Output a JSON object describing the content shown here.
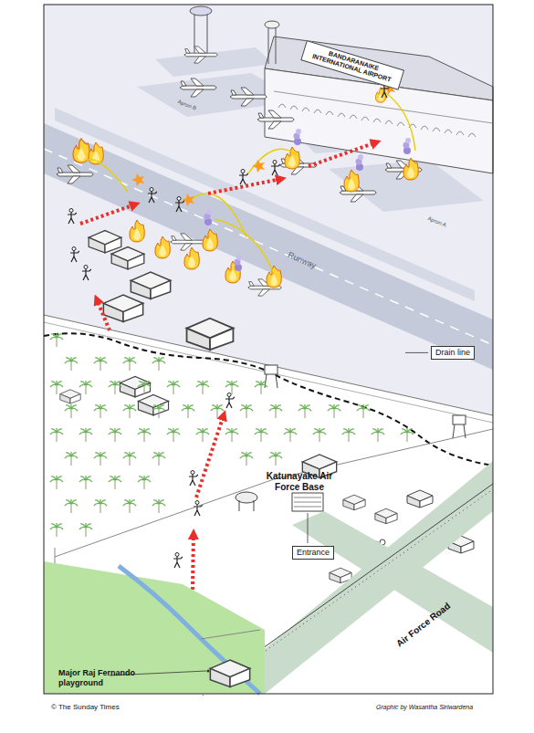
{
  "diagram": {
    "nodes": [
      {
        "text": [
          "BANDARANAIKE INTERNATIONAL AIRPORT"
        ]
      },
      {
        "text": [
          "Drain line"
        ]
      },
      {
        "text": [
          "Entrance"
        ]
      }
    ],
    "labels": [
      "Apron B",
      "Apron A",
      "Runway",
      "Katunayake Air Force Base",
      "Air Force Road",
      "Major Raj Fernando playground",
      "© The Sunday Times",
      "Graphic by Wasantha Siriwardena"
    ]
  }
}
